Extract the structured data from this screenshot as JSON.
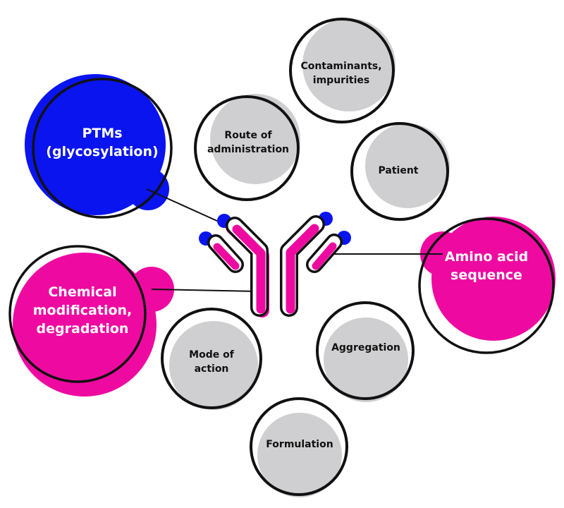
{
  "diagram": {
    "title": "Factors affecting antibody immunogenicity",
    "colors": {
      "blue": "#0a14ef",
      "magenta": "#ee0aa0",
      "gray": "#cfcfd1",
      "outline": "#111111",
      "background": "#ffffff"
    },
    "center_icon": "antibody-icon",
    "highlighted_factors": [
      {
        "id": "ptms",
        "lines": [
          "PTMs",
          "(glycosylation)"
        ],
        "color": "blue",
        "connected_to": "antibody-heavy-chain-left-tip"
      },
      {
        "id": "chemical",
        "lines": [
          "Chemical",
          "modification,",
          "degradation"
        ],
        "color": "magenta",
        "connected_to": "antibody-heavy-chain-left-stem"
      },
      {
        "id": "amino-acid",
        "lines": [
          "Amino acid",
          "sequence"
        ],
        "color": "magenta",
        "connected_to": "antibody-light-chain-right"
      }
    ],
    "factors": [
      {
        "id": "contaminants",
        "lines": [
          "Contaminants,",
          "impurities"
        ]
      },
      {
        "id": "route",
        "lines": [
          "Route of",
          "administration"
        ]
      },
      {
        "id": "patient",
        "lines": [
          "Patient"
        ]
      },
      {
        "id": "mode",
        "lines": [
          "Mode of",
          "action"
        ]
      },
      {
        "id": "aggregation",
        "lines": [
          "Aggregation"
        ]
      },
      {
        "id": "formulation",
        "lines": [
          "Formulation"
        ]
      }
    ]
  }
}
